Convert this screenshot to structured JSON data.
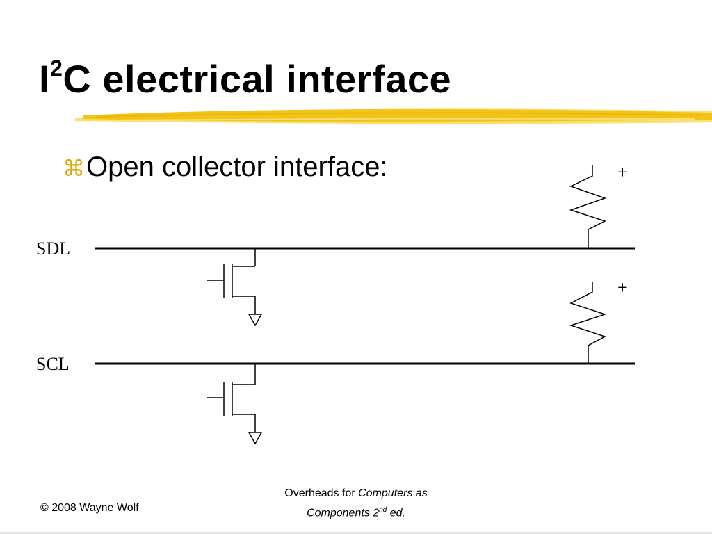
{
  "slide": {
    "title": {
      "prefix": "I",
      "superscript": "2",
      "rest": "C electrical interface"
    },
    "bullet": {
      "marker": "⌘",
      "text": "Open collector interface:"
    }
  },
  "diagram": {
    "lines": [
      {
        "label": "SDL",
        "pullup_sign": "+"
      },
      {
        "label": "SCL",
        "pullup_sign": "+"
      }
    ]
  },
  "footer": {
    "copyright": "© 2008 Wayne Wolf",
    "overheads_prefix": "Overheads for ",
    "book_title_line1": "Computers as",
    "book_title_line2": "Components 2",
    "edition_sup": "nd",
    "edition_suffix": " ed."
  },
  "colors": {
    "accent": "#f2c318",
    "accent_light": "#f7dc55"
  }
}
